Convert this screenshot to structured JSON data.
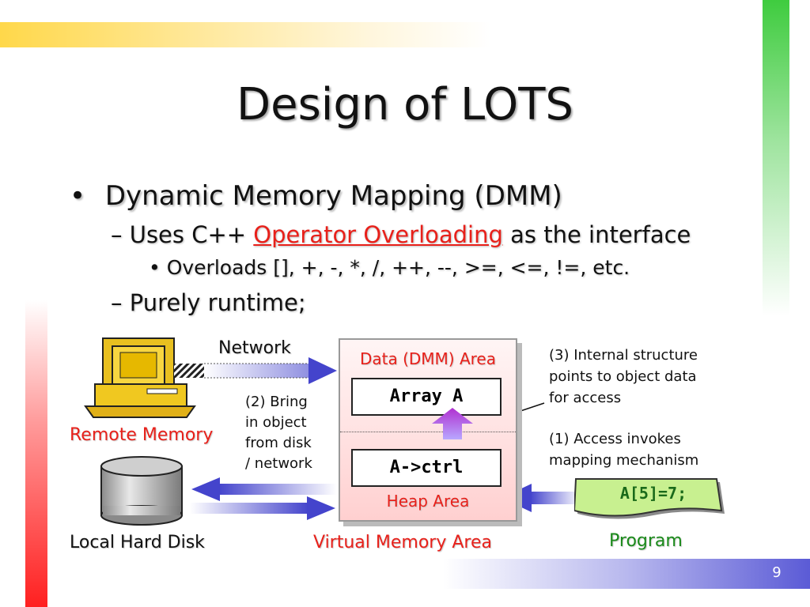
{
  "title": "Design of LOTS",
  "bullets": {
    "level1": "Dynamic Memory Mapping (DMM)",
    "level2a_prefix": "– Uses C++ ",
    "level2a_link": "Operator Overloading",
    "level2a_suffix": " as the interface",
    "level3": "• Overloads [], +, -, *, /, ++, --, >=, <=, !=, etc.",
    "level2b": "– Purely runtime;"
  },
  "bullet_marker": "•",
  "diagram": {
    "network": "Network",
    "remote_memory": "Remote Memory",
    "local_disk": "Local Hard Disk",
    "bring_note": [
      "(2) Bring",
      "in object",
      "from disk",
      "/ network"
    ],
    "data_area": "Data (DMM) Area",
    "array_box": "Array A",
    "ctrl_box": "A->ctrl",
    "heap_area": "Heap Area",
    "virtual_memory": "Virtual Memory Area",
    "note3": [
      "(3) Internal structure",
      "points to object data",
      "for access"
    ],
    "note1": [
      "(1) Access invokes",
      "mapping mechanism"
    ],
    "program_code": "A[5]=7;",
    "program_label": "Program"
  },
  "page_number": "9",
  "colors": {
    "accent_red": "#e8201a",
    "accent_green": "#1a8a1a",
    "arrow_blue": "#4444cc"
  }
}
